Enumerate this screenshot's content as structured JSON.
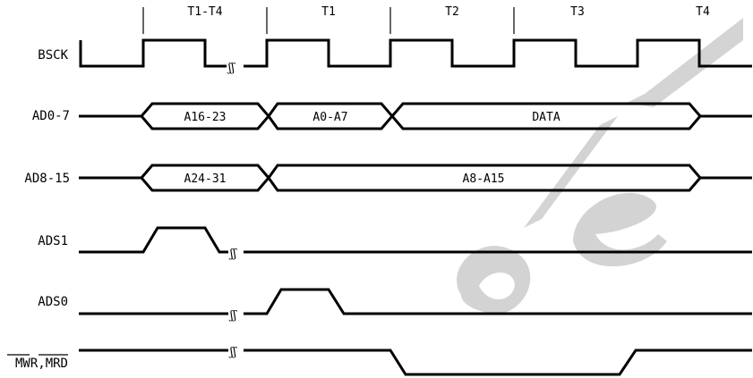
{
  "period_labels": [
    "T1-T4",
    "T1",
    "T2",
    "T3",
    "T4"
  ],
  "signals": {
    "bsck": "BSCK",
    "ad0_7": "AD0-7",
    "ad8_15": "AD8-15",
    "ads1": "ADS1",
    "ads0": "ADS0",
    "mwr_mrd": "MWR,MRD"
  },
  "bus_labels": {
    "ad0_7": [
      "A16-23",
      "A0-A7",
      "DATA"
    ],
    "ad8_15": [
      "A24-31",
      "A8-A15"
    ]
  },
  "break_glyph": "ʃʃ",
  "watermark_text": "Obsolete",
  "colors": {
    "line": "#000000",
    "watermark": "#cfcfcf",
    "background": "#ffffff"
  }
}
